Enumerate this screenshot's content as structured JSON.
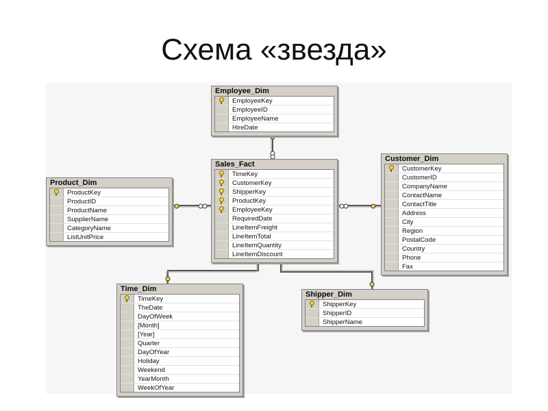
{
  "slide": {
    "title": "Схема «звезда»"
  },
  "tables": {
    "employee_dim": {
      "name": "Employee_Dim",
      "columns": [
        {
          "label": "EmployeeKey",
          "key": true
        },
        {
          "label": "EmployeeID",
          "key": false
        },
        {
          "label": "EmployeeName",
          "key": false
        },
        {
          "label": "HireDate",
          "key": false
        }
      ]
    },
    "sales_fact": {
      "name": "Sales_Fact",
      "columns": [
        {
          "label": "TimeKey",
          "key": true
        },
        {
          "label": "CustomerKey",
          "key": true
        },
        {
          "label": "ShipperKey",
          "key": true
        },
        {
          "label": "ProductKey",
          "key": true
        },
        {
          "label": "EmployeeKey",
          "key": true
        },
        {
          "label": "RequiredDate",
          "key": false
        },
        {
          "label": "LineItemFreight",
          "key": false
        },
        {
          "label": "LineItemTotal",
          "key": false
        },
        {
          "label": "LineItemQuantity",
          "key": false
        },
        {
          "label": "LineItemDiscount",
          "key": false
        }
      ]
    },
    "customer_dim": {
      "name": "Customer_Dim",
      "columns": [
        {
          "label": "CustomerKey",
          "key": true
        },
        {
          "label": "CustomerID",
          "key": false
        },
        {
          "label": "CompanyName",
          "key": false
        },
        {
          "label": "ContactName",
          "key": false
        },
        {
          "label": "ContactTitle",
          "key": false
        },
        {
          "label": "Address",
          "key": false
        },
        {
          "label": "City",
          "key": false
        },
        {
          "label": "Region",
          "key": false
        },
        {
          "label": "PostalCode",
          "key": false
        },
        {
          "label": "Country",
          "key": false
        },
        {
          "label": "Phone",
          "key": false
        },
        {
          "label": "Fax",
          "key": false
        }
      ]
    },
    "product_dim": {
      "name": "Product_Dim",
      "columns": [
        {
          "label": "ProductKey",
          "key": true
        },
        {
          "label": "ProductID",
          "key": false
        },
        {
          "label": "ProductName",
          "key": false
        },
        {
          "label": "SupplierName",
          "key": false
        },
        {
          "label": "CategoryName",
          "key": false
        },
        {
          "label": "ListUnitPrice",
          "key": false
        }
      ]
    },
    "time_dim": {
      "name": "Time_Dim",
      "columns": [
        {
          "label": "TimeKey",
          "key": true
        },
        {
          "label": "TheDate",
          "key": false
        },
        {
          "label": "DayOfWeek",
          "key": false
        },
        {
          "label": "[Month]",
          "key": false
        },
        {
          "label": "[Year]",
          "key": false
        },
        {
          "label": "Quarter",
          "key": false
        },
        {
          "label": "DayOfYear",
          "key": false
        },
        {
          "label": "Holiday",
          "key": false
        },
        {
          "label": "Weekend",
          "key": false
        },
        {
          "label": "YearMonth",
          "key": false
        },
        {
          "label": "WeekOfYear",
          "key": false
        }
      ]
    },
    "shipper_dim": {
      "name": "Shipper_Dim",
      "columns": [
        {
          "label": "ShipperKey",
          "key": true
        },
        {
          "label": "ShipperID",
          "key": false
        },
        {
          "label": "ShipperName",
          "key": false
        }
      ]
    }
  },
  "colors": {
    "table_frame": "#d4d0c8",
    "key_icon": "#f2d34a",
    "connector": "#555555"
  }
}
